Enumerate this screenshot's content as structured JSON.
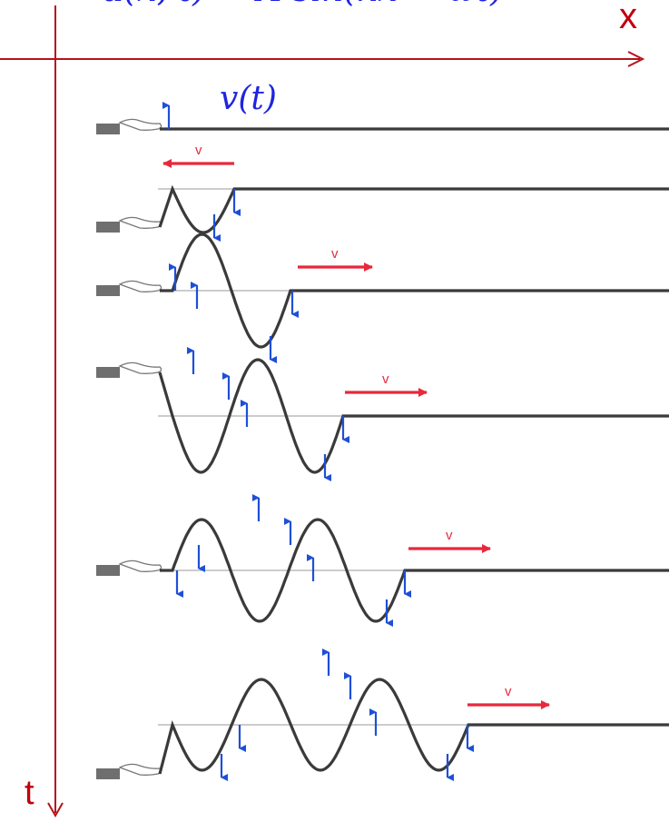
{
  "formula": "u(x, t) = A sin(kx − ωt)",
  "velocity_label": "v(t)",
  "axes": {
    "x_label": "x",
    "t_label": "t"
  },
  "wave_speed_label": "v",
  "colors": {
    "axis": "#b5121b",
    "formula": "#1f24e0",
    "string": "#3a3a3a",
    "baseline": "#9a9a9a",
    "velocity_arrow": "#1e4fd8",
    "speed_arrow": "#e8283c",
    "hand": "#6f6f6f"
  },
  "snapshot_count": 6,
  "icons": [
    "hand-icon",
    "velocity-arrow-icon",
    "speed-arrow-icon"
  ]
}
